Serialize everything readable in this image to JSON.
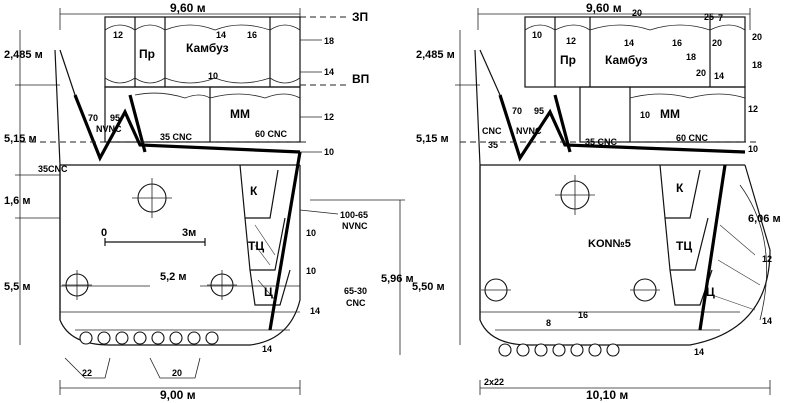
{
  "left": {
    "width_top": "9,60 м",
    "width_bottom": "9,00 м",
    "zp": "ЗП",
    "vp": "ВП",
    "h_top": "2,485 м",
    "h_mid": "5,15 м",
    "h_16": "1,6 м",
    "h_55": "5,5 м",
    "h_596": "5,96 м",
    "w_52": "5,2 м",
    "scale_0": "0",
    "scale_3": "3м",
    "room_pr": "Пр",
    "room_kambuz": "Камбуз",
    "room_mm": "ММ",
    "room_k": "К",
    "room_tc": "ТЦ",
    "room_c": "Ц",
    "steel_70": "70",
    "steel_95": "95",
    "steel_nvnc": "NVNC",
    "steel_35cnc_a": "35 CNC",
    "steel_60cnc": "60 CNC",
    "steel_35cnc_b": "35CNC",
    "steel_100_65": "100-65",
    "steel_nvnc_b": "NVNC",
    "steel_65_30": "65-30",
    "steel_cnc": "CNC",
    "t12": "12",
    "t14a": "14",
    "t16": "16",
    "t18": "18",
    "t14b": "14",
    "t10a": "10",
    "t12b": "12",
    "t10b": "10",
    "t10c": "10",
    "t10d": "10",
    "t14c": "14",
    "t14d": "14",
    "t22": "22",
    "t20": "20"
  },
  "right": {
    "width_top": "9,60 м",
    "width_bottom": "10,10 м",
    "h_top": "2,485 м",
    "h_mid": "5,15 м",
    "h_550": "5,50 м",
    "h_606": "6,06 м",
    "room_pr": "Пр",
    "room_kambuz": "Камбуз",
    "room_mm": "ММ",
    "room_k": "К",
    "room_tc": "ТЦ",
    "room_c": "Ц",
    "kon": "KON№5",
    "steel_70": "70",
    "steel_95": "95",
    "steel_cnc": "CNC",
    "steel_nvnc": "NVNC",
    "steel_35": "35",
    "steel_35cnc": "35 CNC",
    "steel_60cnc": "60 CNC",
    "t10a": "10",
    "t12": "12",
    "t14a": "14",
    "t20a": "20",
    "t25": "25",
    "t7": "7",
    "t16a": "16",
    "t20b": "20",
    "t18": "18",
    "t20c": "20",
    "t14b": "14",
    "t18b": "18",
    "t20d": "20",
    "t10b": "10",
    "t12b": "12",
    "t10c": "10",
    "t12c": "12",
    "t14c": "14",
    "t14d": "14",
    "t8": "8",
    "t16b": "16",
    "t2x22": "2x22"
  }
}
